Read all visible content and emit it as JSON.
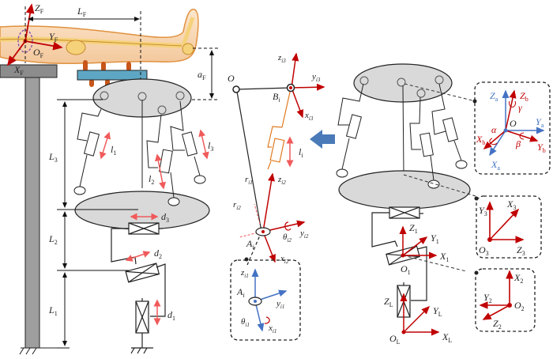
{
  "colors": {
    "frame_red": "#c00000",
    "frame_blue": "#4472c4",
    "motion_arrow": "#f05a5a",
    "platform_gray": "#d9d9d9",
    "pillar_gray": "#9e9e9e",
    "footplate_blue": "#5ea7c4",
    "limb_orange": "#e07b20",
    "transition_arrow": "#4a7ab8"
  },
  "left_panel": {
    "foot_frame": {
      "origin": "O_F",
      "axes": [
        "X_F",
        "Y_F",
        "Z_F"
      ]
    },
    "dimensions": {
      "L_F": "L_F",
      "a_F": "a_F",
      "L3": "L_3",
      "L2": "L_2",
      "L1": "L_1"
    },
    "actuators": {
      "l1": "l_1",
      "l2": "l_2",
      "l3": "l_3",
      "d1": "d_1",
      "d2": "d_2",
      "d3": "d_3"
    }
  },
  "middle_panel": {
    "points": {
      "O": "O",
      "B": "B_i",
      "A": "A_i"
    },
    "leg_length": "l_i",
    "frame_i3": {
      "x": "x_i3",
      "y": "y_i3",
      "z": "z_i3"
    },
    "frame_i2": {
      "x": "x_i2",
      "y": "y_i2",
      "z": "z_i2",
      "theta": "θ_i2",
      "r1": "r_i1",
      "r2": "r_i2"
    },
    "inset_i1": {
      "x": "x_i1",
      "y": "y_i1",
      "z": "z_i1",
      "theta": "θ_i1",
      "point": "A_i"
    }
  },
  "right_panel": {
    "frame_1": {
      "origin": "O_1",
      "axes": [
        "X_1",
        "Y_1",
        "Z_1"
      ]
    },
    "frame_L": {
      "origin": "O_L",
      "axes": [
        "X_L",
        "Y_L",
        "Z_L"
      ]
    },
    "inset_ab": {
      "origin": "O",
      "a_axes": [
        "X_a",
        "Y_a",
        "Z_a"
      ],
      "b_axes": [
        "X_b",
        "Y_b",
        "Z_b"
      ],
      "angles": [
        "α",
        "β",
        "γ"
      ]
    },
    "inset_3": {
      "origin": "O_3",
      "axes": [
        "X_3",
        "Y_3",
        "Z_3"
      ]
    },
    "inset_2": {
      "origin": "O_2",
      "axes": [
        "X_2",
        "Y_2",
        "Z_2"
      ]
    }
  }
}
